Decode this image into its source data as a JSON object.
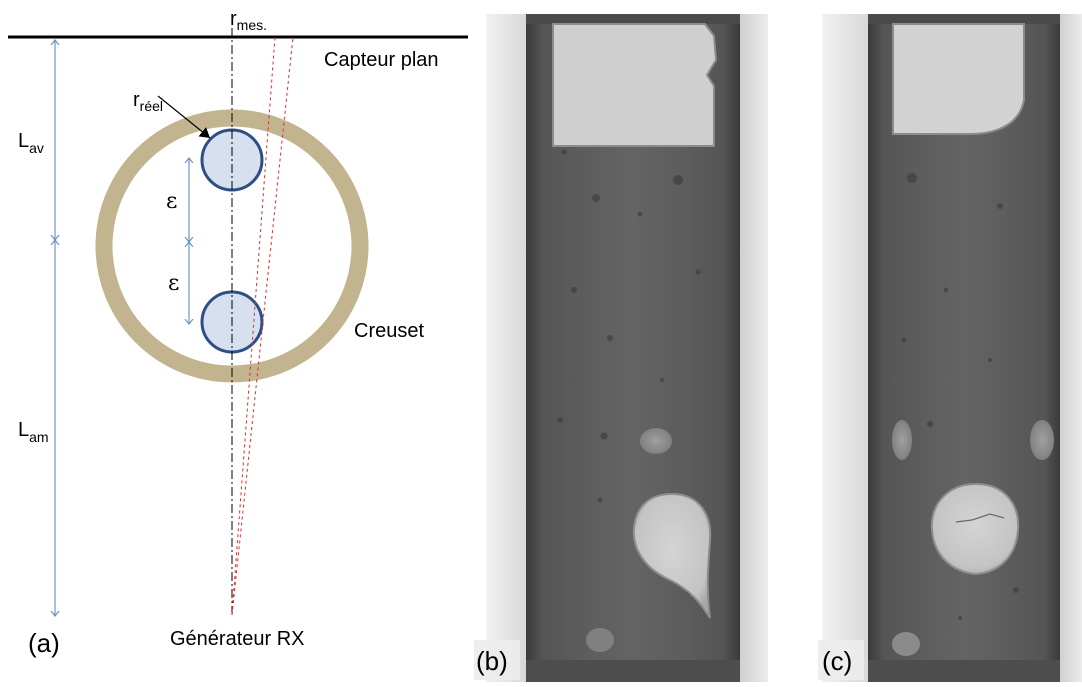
{
  "diagram": {
    "labels": {
      "r_mes": "r",
      "r_mes_sub": "mes.",
      "capteur": "Capteur plan",
      "r_reel": "r",
      "r_reel_sub": "réel",
      "l_av": "L",
      "l_av_sub": "av",
      "eps_top": "ε",
      "eps_bottom": "ε",
      "l_am": "L",
      "l_am_sub": "am",
      "creuset": "Creuset",
      "generateur": "Générateur RX",
      "panel_a": "(a)"
    },
    "colors": {
      "crucible": "#c2b48f",
      "sphere_fill": "#d6e0ef",
      "sphere_stroke": "#2d4f86",
      "dimension": "#6f93c6",
      "ray": "#d9302f",
      "axis": "#000000"
    }
  },
  "radiographs": [
    {
      "panel_label": "(b)"
    },
    {
      "panel_label": "(c)"
    }
  ]
}
